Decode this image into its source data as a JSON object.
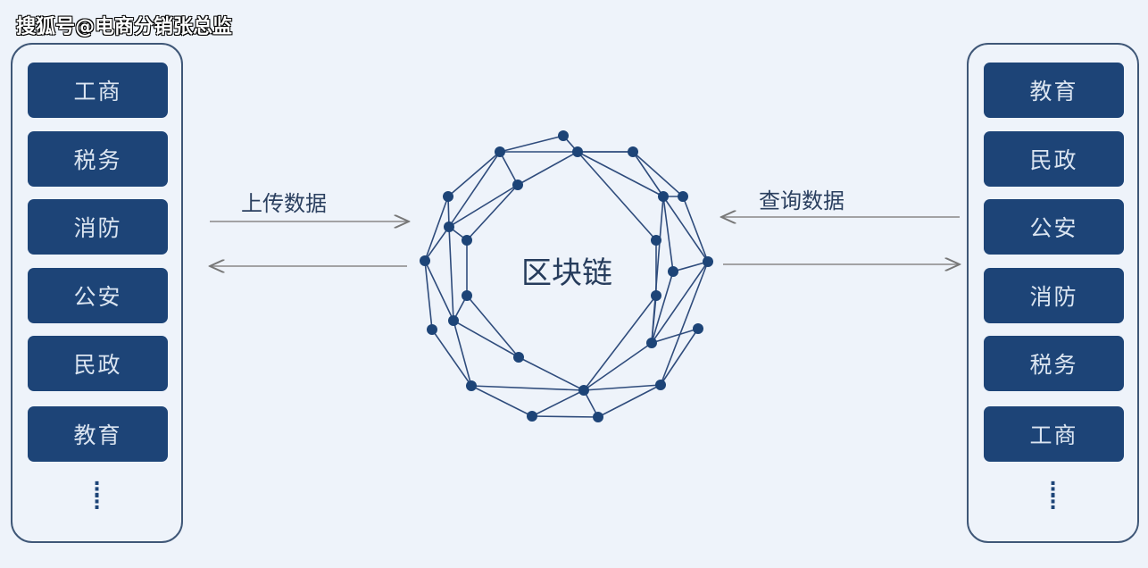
{
  "watermark": "搜狐号@电商分销张总监",
  "left_panel": {
    "items": [
      "工商",
      "税务",
      "消防",
      "公安",
      "民政",
      "教育"
    ],
    "ellipsis": "⋮\n⋮"
  },
  "right_panel": {
    "items": [
      "教育",
      "民政",
      "公安",
      "消防",
      "税务",
      "工商"
    ],
    "ellipsis": "⋮\n⋮"
  },
  "upload_label": "上传数据",
  "query_label": "查询数据",
  "center_label": "区块链",
  "colors": {
    "node": "#1d4477",
    "edge": "#2f4c7c",
    "button": "#1d4477",
    "background": "#eef3fa"
  }
}
